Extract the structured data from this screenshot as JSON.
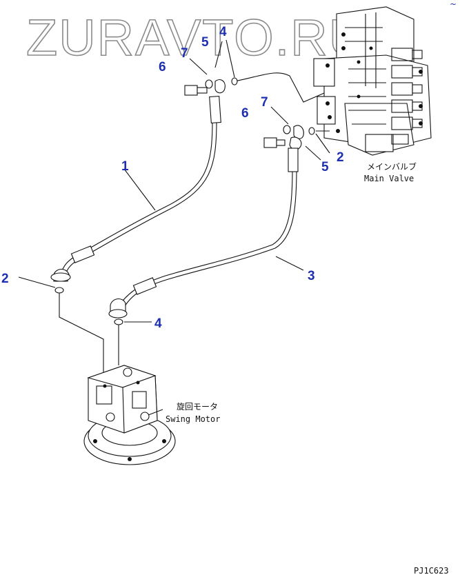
{
  "watermark": "ZURAVTO.RU",
  "drawing_code": "PJ1C623",
  "corner_mark": "~",
  "callouts": {
    "c1": "1",
    "c2a": "2",
    "c2b": "2",
    "c3": "3",
    "c4a": "4",
    "c4b": "4",
    "c5a": "5",
    "c5b": "5",
    "c6a": "6",
    "c6b": "6",
    "c7a": "7",
    "c7b": "7"
  },
  "main_valve": {
    "label_jp": "メインバルブ",
    "label_en": "Main Valve"
  },
  "swing_motor": {
    "label_jp": "旋回モータ",
    "label_en": "Swing Motor"
  },
  "colors": {
    "callout": "#1d2fb0",
    "linework": "#111111",
    "watermark": "#8a8a8a"
  }
}
